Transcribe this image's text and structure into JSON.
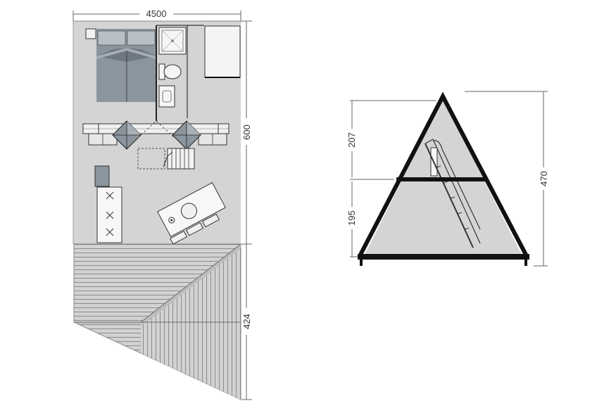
{
  "floor_plan": {
    "width_label": "4500",
    "interior_length_label": "600",
    "deck_length_label": "424"
  },
  "section": {
    "upper_height_label": "207",
    "lower_height_label": "195",
    "total_height_label": "470"
  },
  "colors": {
    "floor": "#d4d4d4",
    "bed": "#8b959e",
    "bed_dark": "#6f7881",
    "deck": "#cfcfcf",
    "frame": "#111111",
    "dimension_line": "#666666"
  }
}
